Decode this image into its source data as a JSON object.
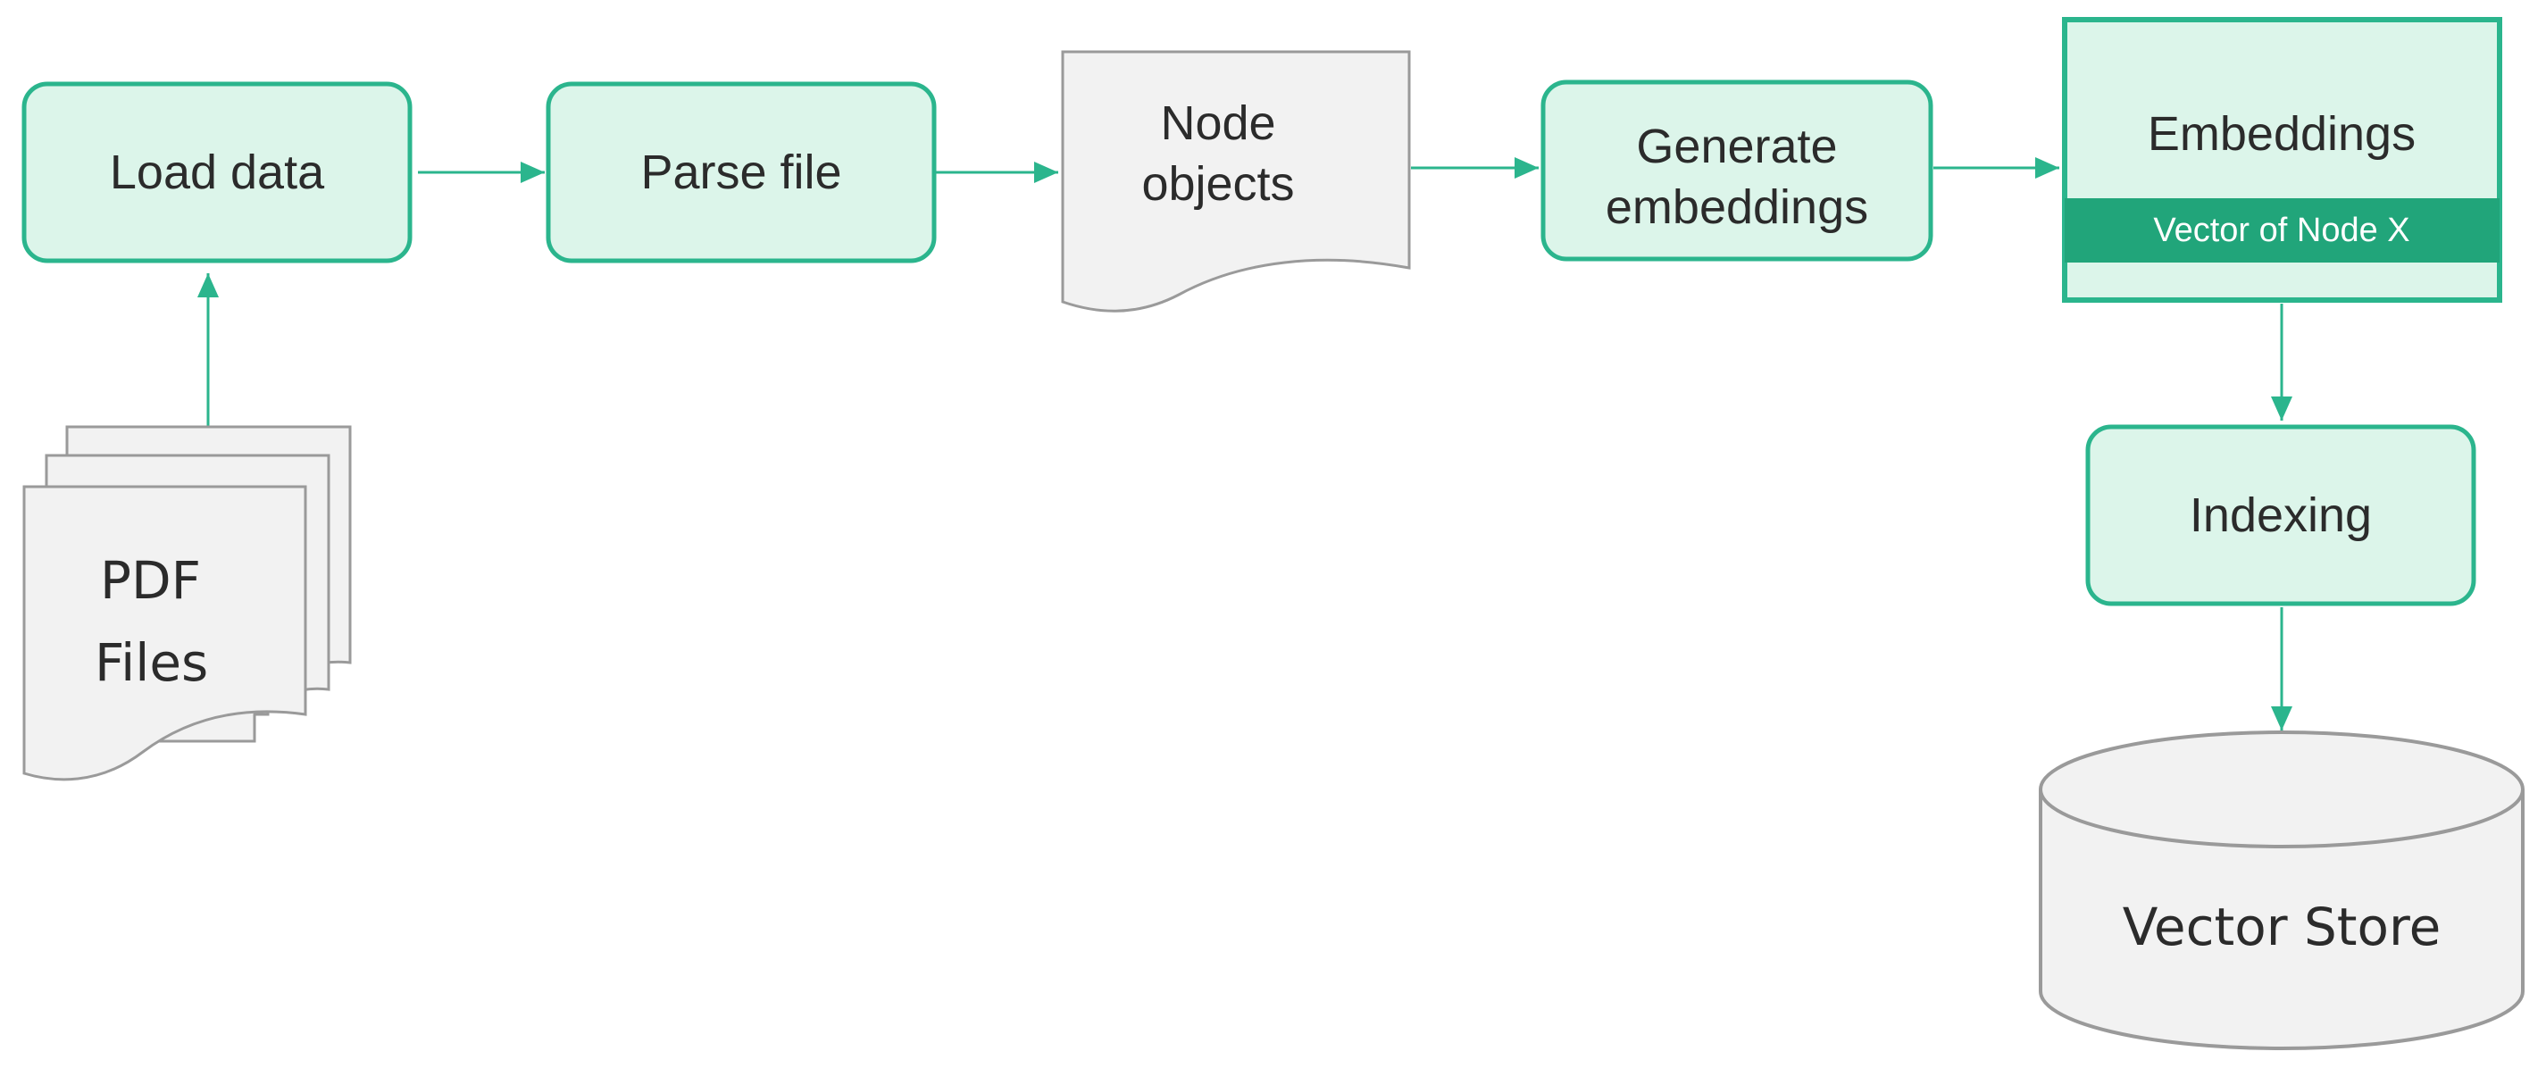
{
  "nodes": {
    "load_data": "Load data",
    "parse_file": "Parse file",
    "node_objects": [
      "Node",
      "objects"
    ],
    "generate_embeddings": [
      "Generate",
      "embeddings"
    ],
    "embeddings": "Embeddings",
    "vector_of_node": "Vector of Node X",
    "indexing": "Indexing",
    "vector_store": "Vector Store",
    "pdf_files": [
      "PDF",
      "Files"
    ]
  },
  "colors": {
    "accent": "#2bb58d",
    "box_fill": "#dcf5ea",
    "doc_fill": "#f2f2f2",
    "doc_stroke": "#9a9a9a",
    "band_fill": "#21a57a"
  }
}
